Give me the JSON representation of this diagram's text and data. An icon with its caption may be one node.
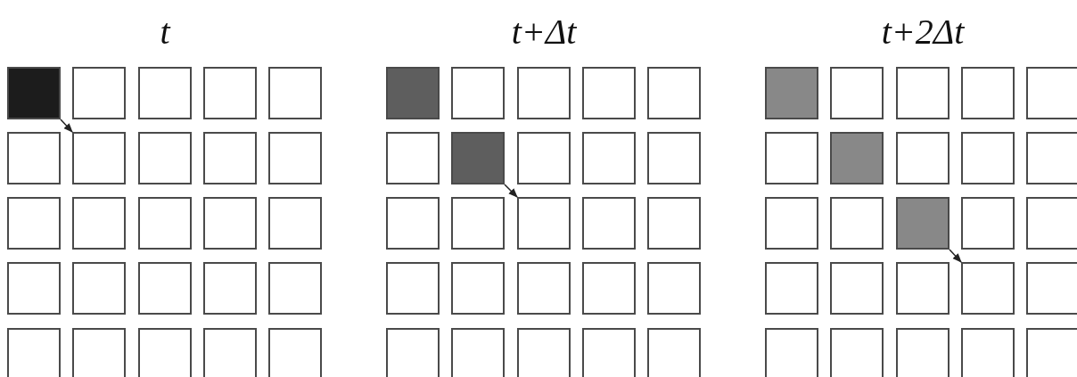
{
  "diagram": {
    "nodes": [
      {
        "text": [],
        "shape": "box"
      },
      {
        "text": [],
        "shape": "box"
      },
      {
        "text": [],
        "shape": "box"
      },
      {
        "text": [],
        "shape": "box"
      },
      {
        "text": [],
        "shape": "box"
      },
      {
        "text": [],
        "shape": "box"
      },
      {
        "text": [],
        "shape": "box"
      },
      {
        "text": [],
        "shape": "box"
      },
      {
        "text": [],
        "shape": "box"
      },
      {
        "text": [],
        "shape": "box"
      },
      {
        "text": [],
        "shape": "box"
      },
      {
        "text": [],
        "shape": "box"
      },
      {
        "text": [],
        "shape": "box"
      },
      {
        "text": [],
        "shape": "box"
      },
      {
        "text": [],
        "shape": "box"
      },
      {
        "text": [],
        "shape": "box"
      },
      {
        "text": [],
        "shape": "box"
      },
      {
        "text": [],
        "shape": "box"
      },
      {
        "text": [],
        "shape": "box"
      },
      {
        "text": [],
        "shape": "box"
      },
      {
        "text": [],
        "shape": "box"
      },
      {
        "text": [],
        "shape": "box"
      },
      {
        "text": [],
        "shape": "box"
      },
      {
        "text": [],
        "shape": "box"
      },
      {
        "text": [],
        "shape": "box"
      },
      {
        "text": [],
        "shape": "box"
      },
      {
        "text": [],
        "shape": "box"
      },
      {
        "text": [],
        "shape": "box"
      },
      {
        "text": [],
        "shape": "box"
      },
      {
        "text": [],
        "shape": "box"
      },
      {
        "text": [],
        "shape": "box"
      },
      {
        "text": [],
        "shape": "box"
      },
      {
        "text": [],
        "shape": "box"
      },
      {
        "text": [],
        "shape": "box"
      },
      {
        "text": [],
        "shape": "box"
      },
      {
        "text": [],
        "shape": "box"
      },
      {
        "text": [],
        "shape": "box"
      },
      {
        "text": [],
        "shape": "box"
      },
      {
        "text": [],
        "shape": "box"
      },
      {
        "text": [],
        "shape": "box"
      },
      {
        "text": [],
        "shape": "box"
      },
      {
        "text": [],
        "shape": "box"
      },
      {
        "text": [],
        "shape": "box"
      },
      {
        "text": [],
        "shape": "box"
      },
      {
        "text": [],
        "shape": "box"
      },
      {
        "text": [],
        "shape": "box"
      },
      {
        "text": [],
        "shape": "box"
      },
      {
        "text": [],
        "shape": "box"
      },
      {
        "text": [],
        "shape": "box"
      },
      {
        "text": [],
        "shape": "box"
      },
      {
        "text": [],
        "shape": "box"
      },
      {
        "text": [],
        "shape": "box"
      },
      {
        "text": [],
        "shape": "box"
      },
      {
        "text": [],
        "shape": "box"
      },
      {
        "text": [],
        "shape": "box"
      },
      {
        "text": [],
        "shape": "box"
      },
      {
        "text": [],
        "shape": "box"
      },
      {
        "text": [],
        "shape": "box"
      },
      {
        "text": [],
        "shape": "box"
      },
      {
        "text": [],
        "shape": "box"
      },
      {
        "text": [],
        "shape": "box"
      },
      {
        "text": [],
        "shape": "box"
      },
      {
        "text": [],
        "shape": "box"
      },
      {
        "text": [],
        "shape": "box"
      },
      {
        "text": [],
        "shape": "box"
      },
      {
        "text": [],
        "shape": "box"
      },
      {
        "text": [],
        "shape": "box"
      },
      {
        "text": [],
        "shape": "box"
      },
      {
        "text": [],
        "shape": "box"
      },
      {
        "text": [],
        "shape": "box"
      },
      {
        "text": [],
        "shape": "box"
      },
      {
        "text": [],
        "shape": "box"
      },
      {
        "text": [],
        "shape": "box"
      },
      {
        "text": [],
        "shape": "box"
      },
      {
        "text": [],
        "shape": "box"
      }
    ],
    "edges": [
      {
        "from": 0,
        "to": 6,
        "arrow": "to"
      },
      {
        "from": 31,
        "to": 37,
        "arrow": "to"
      },
      {
        "from": 62,
        "to": 68,
        "arrow": "to"
      }
    ],
    "labels": [
      "t",
      "t+Δt",
      "t+2Δt"
    ]
  }
}
